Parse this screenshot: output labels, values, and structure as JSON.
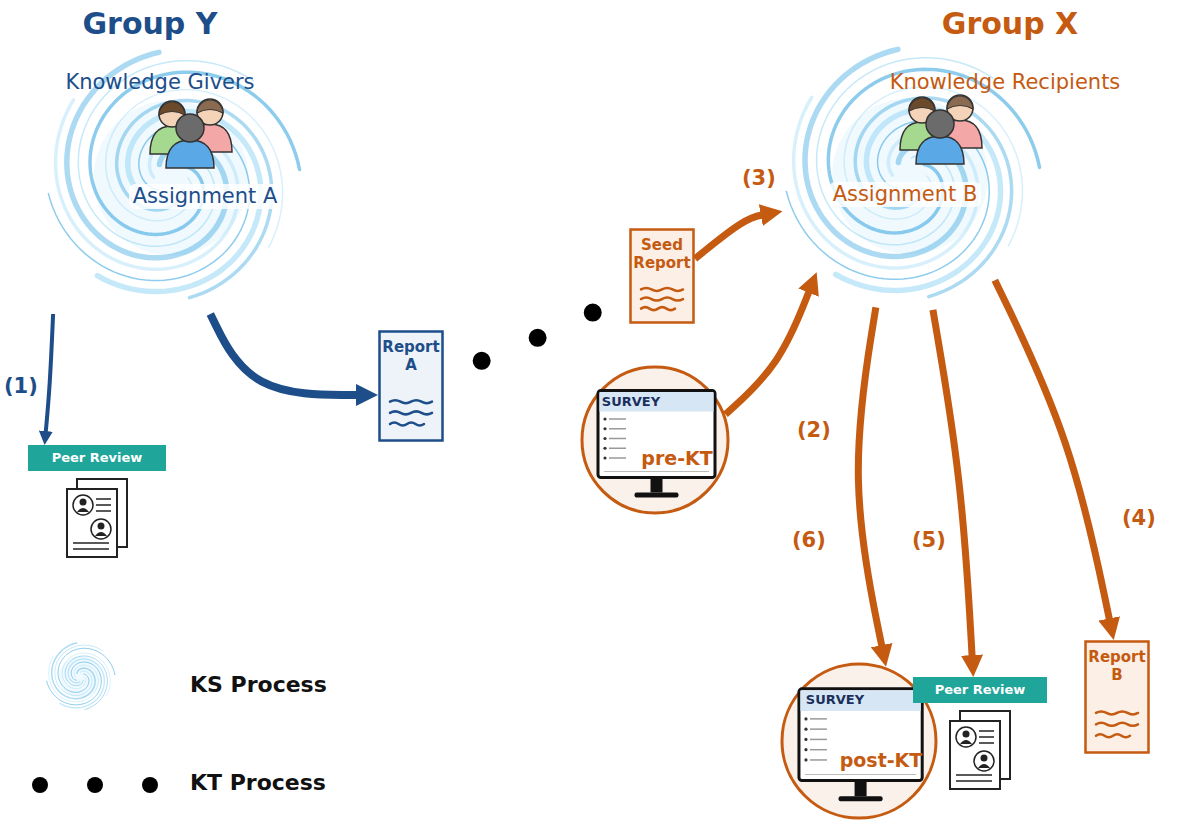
{
  "diagram": {
    "nodes": [
      {
        "text": [
          "Assignment A"
        ]
      },
      {
        "text": [
          "Peer Review"
        ]
      },
      {
        "text": [
          "Report A"
        ]
      },
      {
        "text": [
          "Seed Report"
        ]
      },
      {
        "text": [
          "SURVEY",
          "pre-KT"
        ]
      },
      {
        "text": [
          "Assignment B"
        ]
      },
      {
        "text": [
          "SURVEY",
          "post-KT"
        ]
      },
      {
        "text": [
          "Peer Review"
        ]
      },
      {
        "text": [
          "Report B"
        ]
      }
    ],
    "edges": [
      {
        "from": 0,
        "to": 1,
        "label": "(1)",
        "arrow": "to"
      },
      {
        "from": 0,
        "to": 2,
        "arrow": "to"
      },
      {
        "from": 2,
        "to": 3,
        "arrow": "none"
      },
      {
        "from": 3,
        "to": 5,
        "label": "(3)",
        "arrow": "to"
      },
      {
        "from": 4,
        "to": 5,
        "label": "(2)",
        "arrow": "to"
      },
      {
        "from": 5,
        "to": 8,
        "label": "(4)",
        "arrow": "to"
      },
      {
        "from": 5,
        "to": 7,
        "label": "(5)",
        "arrow": "to"
      },
      {
        "from": 5,
        "to": 6,
        "label": "(6)",
        "arrow": "to"
      }
    ],
    "labels": [
      "Group Y",
      "Knowledge Givers",
      "Group X",
      "Knowledge Recipients"
    ],
    "legend": [
      {
        "text": "KS Process"
      },
      {
        "text": "KT Process"
      }
    ]
  }
}
